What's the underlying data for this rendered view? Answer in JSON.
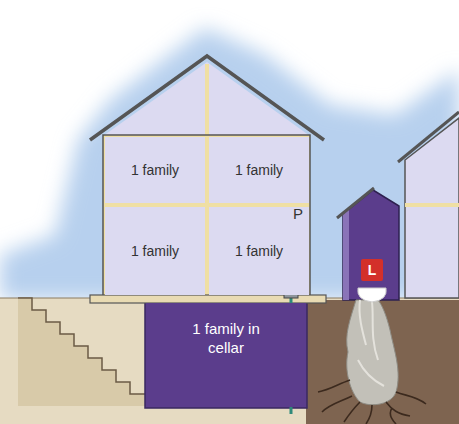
{
  "diagram": {
    "nodes": [
      {
        "text": [
          "1 family"
        ]
      },
      {
        "text": [
          "1 family"
        ]
      },
      {
        "text": [
          "1 family"
        ]
      },
      {
        "text": [
          "1 family"
        ]
      },
      {
        "text": [
          "1 family in cellar"
        ]
      },
      {
        "text": [
          "L"
        ]
      }
    ],
    "labels": [
      "P"
    ]
  }
}
